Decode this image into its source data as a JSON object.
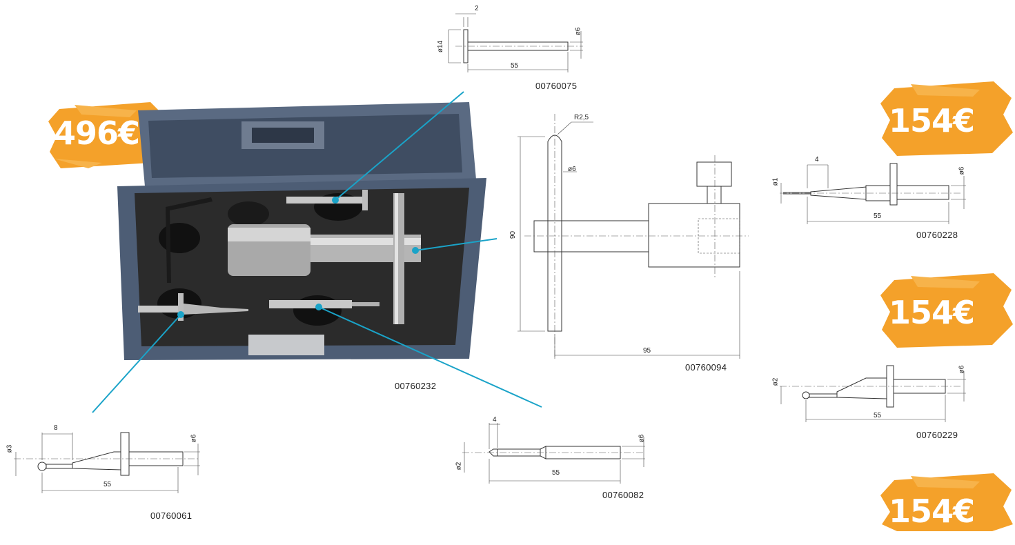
{
  "prices": {
    "kit": "496€",
    "p1": "154€",
    "p2": "154€",
    "p3": "154€"
  },
  "parts": {
    "p00760075": {
      "code": "00760075",
      "d_head": "ø14",
      "d_shaft": "ø6",
      "len": "55",
      "thick": "2"
    },
    "p00760094": {
      "code": "00760094",
      "radius": "R2,5",
      "d_shaft": "ø6",
      "height": "90",
      "len": "95"
    },
    "p00760232": {
      "code": "00760232"
    },
    "p00760228": {
      "code": "00760228",
      "d_tip": "ø1",
      "d_shaft": "ø6",
      "len": "55",
      "tip": "4"
    },
    "p00760229": {
      "code": "00760229",
      "d_tip": "ø2",
      "d_shaft": "ø6",
      "len": "55"
    },
    "p00760061": {
      "code": "00760061",
      "d_tip": "ø3",
      "d_shaft": "ø6",
      "len": "55",
      "tip": "8"
    },
    "p00760082": {
      "code": "00760082",
      "d_tip": "ø2",
      "d_shaft": "ø6",
      "len": "55",
      "tip": "4"
    }
  },
  "colors": {
    "accent_line": "#1aa3c8",
    "price_orange": "#f39c1f",
    "case_blue": "#4d5d75"
  }
}
